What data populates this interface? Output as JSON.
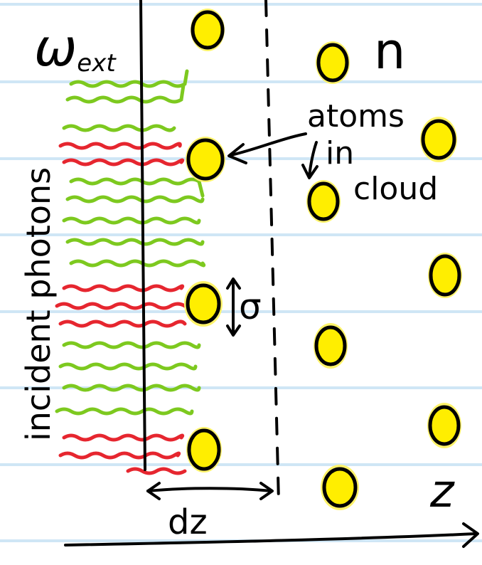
{
  "labels": {
    "omega_main": "ω",
    "omega_sub": "ext",
    "n": "n",
    "atoms_line1": "atoms",
    "atoms_line2": "in",
    "atoms_line3": "cloud",
    "incident_photons": "incident photons",
    "sigma": "σ",
    "dz": "dz",
    "z": "z"
  },
  "colors": {
    "paper": "#ffffff",
    "ruled_line": "#cfe6f5",
    "ink": "#000000",
    "atom_fill": "#ffee00",
    "atom_glow": "#fff36a",
    "photon_green": "#7dc91f",
    "photon_red": "#e6262f"
  },
  "icons": {
    "atom": "yellow-circle",
    "pointer": "hand-drawn-arrow",
    "axis": "arrow-right"
  }
}
